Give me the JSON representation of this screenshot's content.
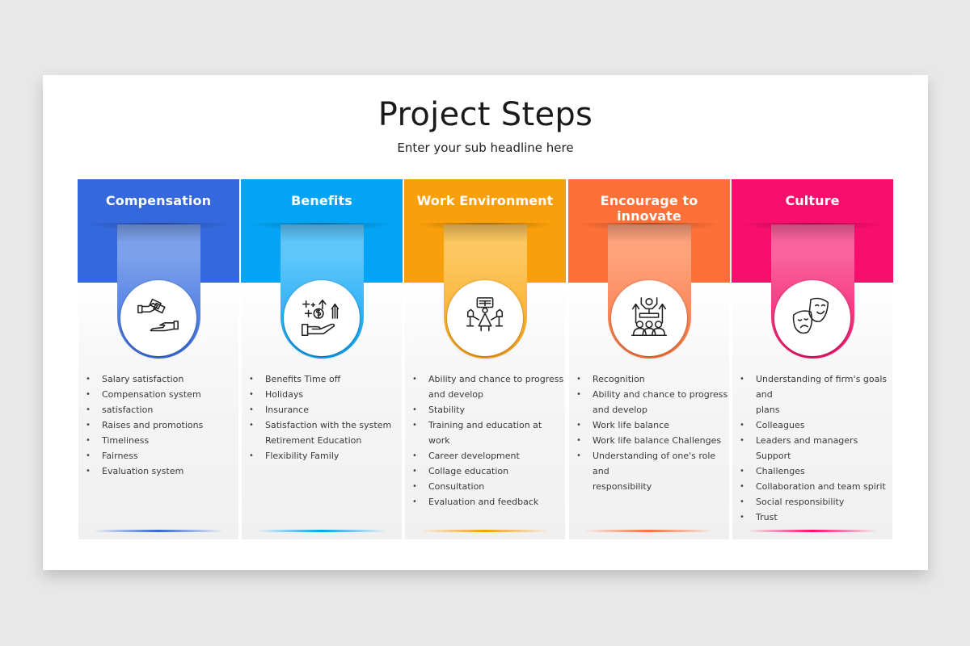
{
  "slide": {
    "title": "Project Steps",
    "subtitle": "Enter your sub headline here"
  },
  "columns": [
    {
      "title": "Compensation",
      "color": "#3468dc",
      "ribbon_top": "#7aa0ea",
      "ribbon_bottom": "#3a6de0",
      "icon": "hand-giving-money-icon",
      "items": [
        "Salary satisfaction",
        "Compensation system",
        "satisfaction",
        "Raises and promotions",
        "Timeliness",
        "Fairness",
        "Evaluation system"
      ],
      "bullets": [
        true,
        true,
        true,
        true,
        true,
        true,
        true
      ]
    },
    {
      "title": "Benefits",
      "color": "#03a4f4",
      "ribbon_top": "#5ec6fb",
      "ribbon_bottom": "#0aa2f2",
      "icon": "hand-money-growth-icon",
      "items": [
        "Benefits Time off",
        "Holidays",
        "Insurance",
        "Satisfaction with the system",
        "Retirement Education",
        "Flexibility Family"
      ],
      "bullets": [
        true,
        true,
        true,
        true,
        false,
        true
      ]
    },
    {
      "title": "Work Environment",
      "color": "#fa9f0c",
      "ribbon_top": "#fcc760",
      "ribbon_bottom": "#f9a416",
      "icon": "meeting-table-icon",
      "items": [
        "Ability and chance to progress",
        "and develop",
        "Stability",
        "Training and education at work",
        "Career development",
        "Collage education",
        "Consultation",
        "Evaluation and feedback"
      ],
      "bullets": [
        true,
        false,
        true,
        true,
        true,
        true,
        true,
        true
      ]
    },
    {
      "title": "Encourage to innovate",
      "color": "#fd7037",
      "ribbon_top": "#fea27c",
      "ribbon_bottom": "#fc733c",
      "icon": "leader-team-growth-icon",
      "items": [
        "Recognition",
        "Ability and chance to progress",
        "and develop",
        "Work life balance",
        "Work life balance Challenges",
        "Understanding of one's role and",
        "responsibility"
      ],
      "bullets": [
        true,
        true,
        false,
        true,
        true,
        true,
        false
      ]
    },
    {
      "title": "Culture",
      "color": "#f80e6c",
      "ribbon_top": "#f9629c",
      "ribbon_bottom": "#f5146e",
      "icon": "theater-masks-icon",
      "items": [
        "Understanding of firm's goals and",
        "plans",
        "Colleagues",
        "Leaders and managers Support",
        "Challenges",
        "Collaboration and team spirit",
        "Social responsibility",
        "Trust"
      ],
      "bullets": [
        true,
        false,
        true,
        true,
        true,
        true,
        true,
        true
      ]
    }
  ]
}
